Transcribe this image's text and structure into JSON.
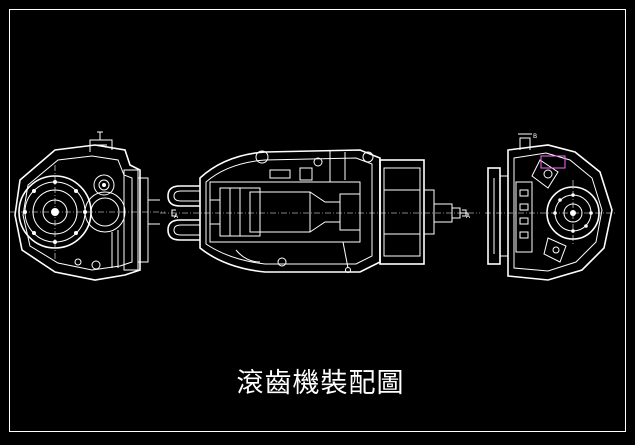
{
  "drawing": {
    "title": "滾齒機裝配圖",
    "section_label_left": "A",
    "section_label_right": "A",
    "detail_label": "B",
    "colors": {
      "background": "#000000",
      "linework": "#ffffff",
      "accent": "#ff66ff"
    }
  }
}
